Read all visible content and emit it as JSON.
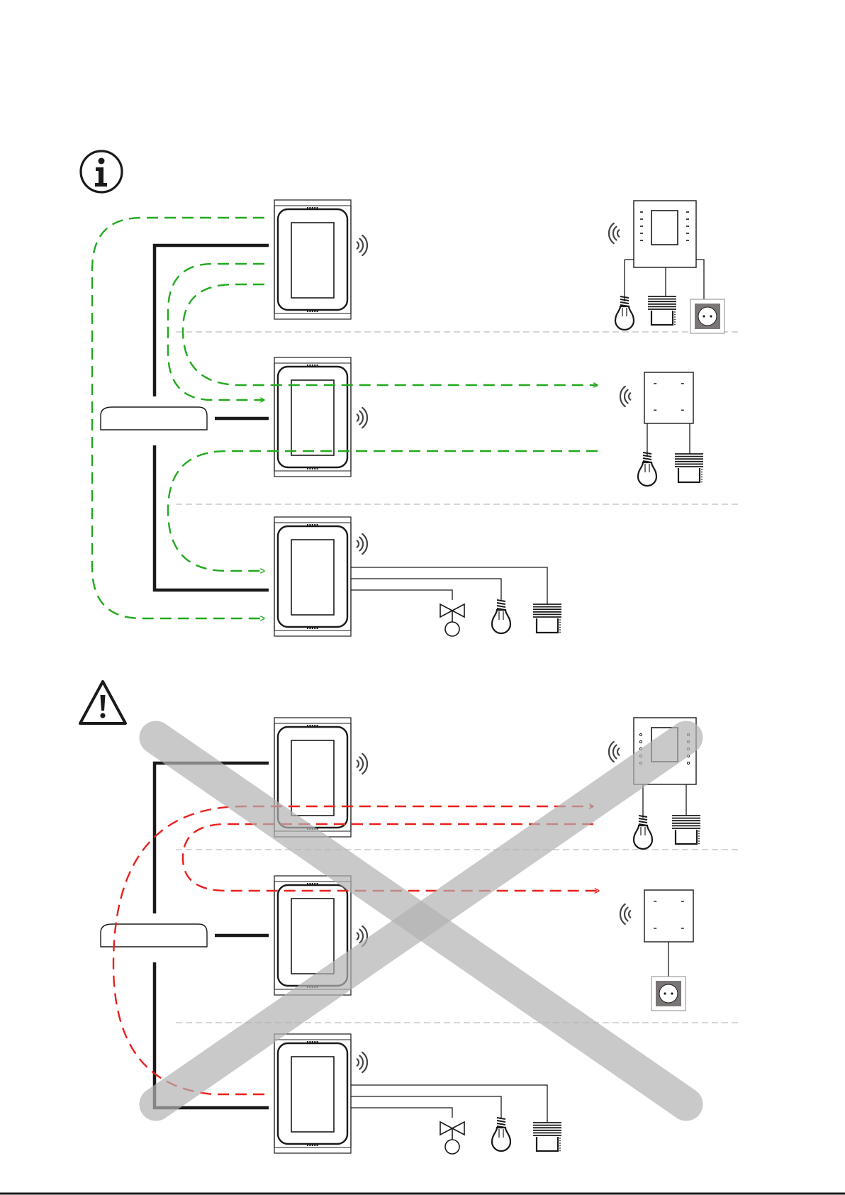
{
  "colors": {
    "background": "#ffffff",
    "line": "#1a1a1a",
    "allowed_link": "#22a91e",
    "forbidden_link": "#e8201c",
    "cross_out": "#b3b3b3",
    "floor_divider": "#bdbdbd",
    "socket_fill": "#7a7676"
  },
  "sections": [
    {
      "id": "allowed",
      "marker_icon": "info-icon",
      "link_color": "allowed_link",
      "crossed_out": false
    },
    {
      "id": "forbidden",
      "marker_icon": "warning-icon",
      "link_color": "forbidden_link",
      "crossed_out": true
    }
  ],
  "icons": {
    "panel": "wall-panel-icon",
    "gateway": "gateway-box-icon",
    "wireless": "wireless-waves-icon",
    "lamp": "light-bulb-icon",
    "blind": "blind-icon",
    "socket": "socket-icon",
    "valve": "valve-icon",
    "keypad": "keypad-icon"
  }
}
